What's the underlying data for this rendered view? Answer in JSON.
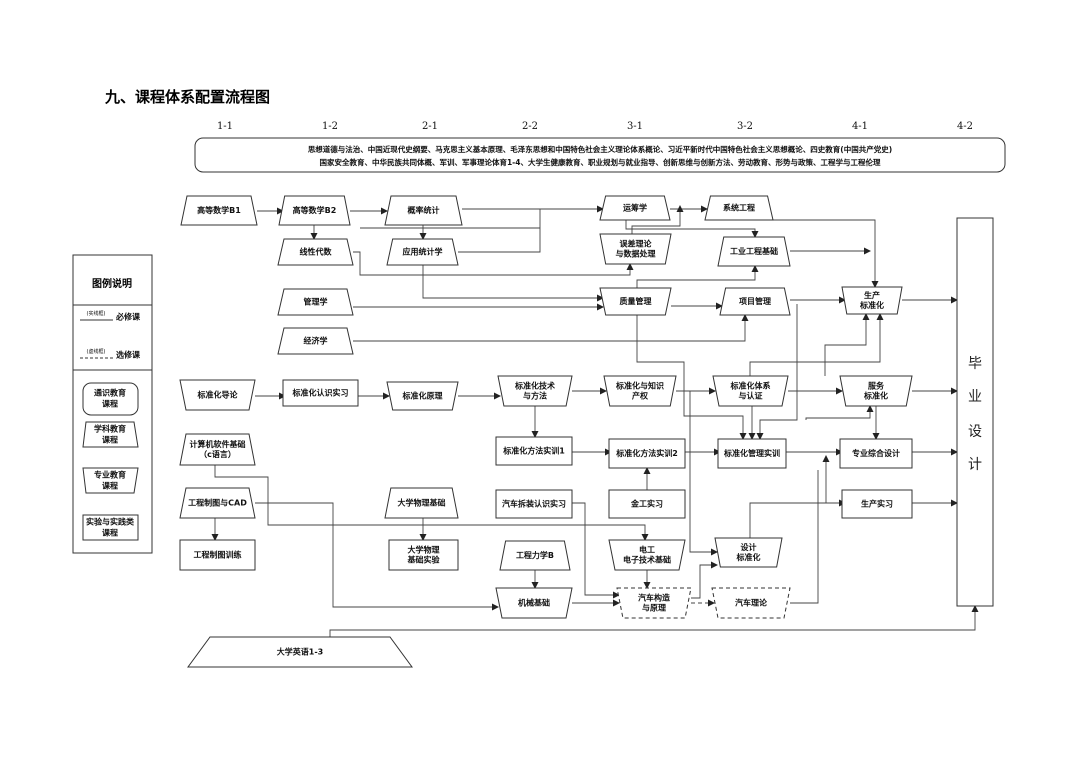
{
  "title": "九、课程体系配置流程图",
  "semesters": [
    "1-1",
    "1-2",
    "2-1",
    "2-2",
    "3-1",
    "3-2",
    "4-1",
    "4-2"
  ],
  "general_courses": {
    "line1": "思想道德与法治、中国近现代史纲要、马克思主义基本原理、毛泽东思想和中国特色社会主义理论体系概论、习近平新时代中国特色社会主义思想概论、四史教育(中国共产党史)",
    "line2": "国家安全教育、中华民族共同体概、军训、军事理论体育1-4、大学生健康教育、职业规划与就业指导、创新思维与创新方法、劳动教育、形势与政策、工程学与工程伦理"
  },
  "legend": {
    "title": "图例说明",
    "solid_note": "(实线框)",
    "required": "必修课",
    "dashed_note": "(虚线框)",
    "elective": "选修课",
    "general": [
      "通识教育",
      "课程"
    ],
    "discipline": [
      "学科教育",
      "课程"
    ],
    "major": [
      "专业教育",
      "课程"
    ],
    "practice": [
      "实验与实践类",
      "课程"
    ]
  },
  "graduation": [
    "毕",
    "业",
    "设",
    "计"
  ],
  "nodes": [
    {
      "id": "gdsx1",
      "lines": [
        "高等数学B1"
      ],
      "category": "discipline"
    },
    {
      "id": "gdsx2",
      "lines": [
        "高等数学B2"
      ],
      "category": "discipline"
    },
    {
      "id": "gltj",
      "lines": [
        "概率统计"
      ],
      "category": "discipline"
    },
    {
      "id": "xxds",
      "lines": [
        "线性代数"
      ],
      "category": "discipline"
    },
    {
      "id": "yytj",
      "lines": [
        "应用统计学"
      ],
      "category": "discipline"
    },
    {
      "id": "glx",
      "lines": [
        "管理学"
      ],
      "category": "discipline"
    },
    {
      "id": "jjx",
      "lines": [
        "经济学"
      ],
      "category": "discipline"
    },
    {
      "id": "ycx",
      "lines": [
        "运筹学"
      ],
      "category": "discipline"
    },
    {
      "id": "xtgc",
      "lines": [
        "系统工程"
      ],
      "category": "discipline"
    },
    {
      "id": "wclr",
      "lines": [
        "误差理论",
        "与数据处理"
      ],
      "category": "major"
    },
    {
      "id": "gygc",
      "lines": [
        "工业工程基础"
      ],
      "category": "discipline"
    },
    {
      "id": "zlgl",
      "lines": [
        "质量管理"
      ],
      "category": "major"
    },
    {
      "id": "xmgl",
      "lines": [
        "项目管理"
      ],
      "category": "discipline"
    },
    {
      "id": "scbzh",
      "lines": [
        "生产",
        "标准化"
      ],
      "category": "major"
    },
    {
      "id": "bzhdl",
      "lines": [
        "标准化导论"
      ],
      "category": "major"
    },
    {
      "id": "bzhrs",
      "lines": [
        "标准化认识实习"
      ],
      "category": "practice"
    },
    {
      "id": "bzhyl",
      "lines": [
        "标准化原理"
      ],
      "category": "major"
    },
    {
      "id": "bzhjs",
      "lines": [
        "标准化技术",
        "与方法"
      ],
      "category": "major"
    },
    {
      "id": "bzhzs",
      "lines": [
        "标准化与知识",
        "产权"
      ],
      "category": "major"
    },
    {
      "id": "bzhtx",
      "lines": [
        "标准化体系",
        "与认证"
      ],
      "category": "major"
    },
    {
      "id": "fwbzh",
      "lines": [
        "服务",
        "标准化"
      ],
      "category": "major"
    },
    {
      "id": "jsj",
      "lines": [
        "计算机软件基础",
        "（c语言）"
      ],
      "category": "discipline"
    },
    {
      "id": "sx1",
      "lines": [
        "标准化方法实训1"
      ],
      "category": "practice"
    },
    {
      "id": "sx2",
      "lines": [
        "标准化方法实训2"
      ],
      "category": "practice"
    },
    {
      "id": "glsx",
      "lines": [
        "标准化管理实训"
      ],
      "category": "practice"
    },
    {
      "id": "zyzh",
      "lines": [
        "专业综合设计"
      ],
      "category": "practice"
    },
    {
      "id": "cad",
      "lines": [
        "工程制图与CAD"
      ],
      "category": "discipline"
    },
    {
      "id": "dxwl",
      "lines": [
        "大学物理基础"
      ],
      "category": "discipline"
    },
    {
      "id": "qccz",
      "lines": [
        "汽车拆装认识实习"
      ],
      "category": "practice"
    },
    {
      "id": "jgsx",
      "lines": [
        "金工实习"
      ],
      "category": "practice"
    },
    {
      "id": "scsx",
      "lines": [
        "生产实习"
      ],
      "category": "practice"
    },
    {
      "id": "zt",
      "lines": [
        "工程制图训练"
      ],
      "category": "practice"
    },
    {
      "id": "wlsy",
      "lines": [
        "大学物理",
        "基础实验"
      ],
      "category": "practice"
    },
    {
      "id": "gclx",
      "lines": [
        "工程力学B"
      ],
      "category": "discipline"
    },
    {
      "id": "dg",
      "lines": [
        "电工",
        "电子技术基础"
      ],
      "category": "major"
    },
    {
      "id": "sjbzh",
      "lines": [
        "设计",
        "标准化"
      ],
      "category": "major"
    },
    {
      "id": "jxjc",
      "lines": [
        "机械基础"
      ],
      "category": "major"
    },
    {
      "id": "qcgz",
      "lines": [
        "汽车构造",
        "与原理"
      ],
      "category": "major",
      "elective": true
    },
    {
      "id": "qcll",
      "lines": [
        "汽车理论"
      ],
      "category": "major",
      "elective": true
    },
    {
      "id": "yy",
      "lines": [
        "大学英语1-3"
      ],
      "category": "discipline"
    }
  ]
}
